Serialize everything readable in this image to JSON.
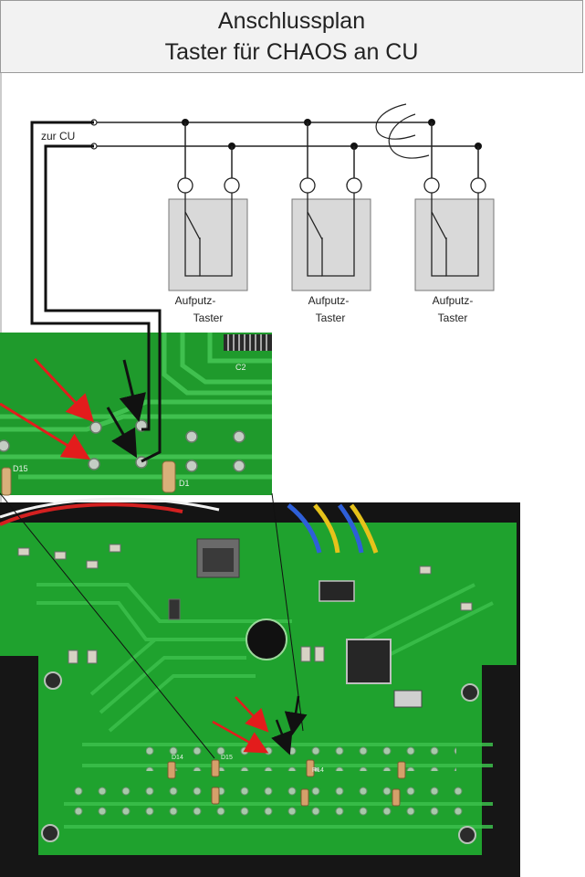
{
  "title": {
    "line1": "Anschlussplan",
    "line2": "Taster für CHAOS an CU"
  },
  "diagram": {
    "connector_label": "zur CU",
    "switches": [
      {
        "line1": "Aufputz-",
        "line2": "Taster"
      },
      {
        "line1": "Aufputz-",
        "line2": "Taster"
      },
      {
        "line1": "Aufputz-",
        "line2": "Taster"
      }
    ]
  },
  "pcb_zoom_labels": {
    "d15": "D15",
    "c2": "C2",
    "d1": "D1"
  },
  "pcb_labels": {
    "d14": "D14",
    "d15": "D15",
    "r14": "R14"
  },
  "colors": {
    "board_green": "#1fa22e",
    "trace_green": "#36c246",
    "arrow_red": "#e31c1c",
    "arrow_black": "#111111",
    "switch_box": "#d9d9d9",
    "wire_blue": "#2e5fd8",
    "wire_yellow": "#e6c21a"
  }
}
